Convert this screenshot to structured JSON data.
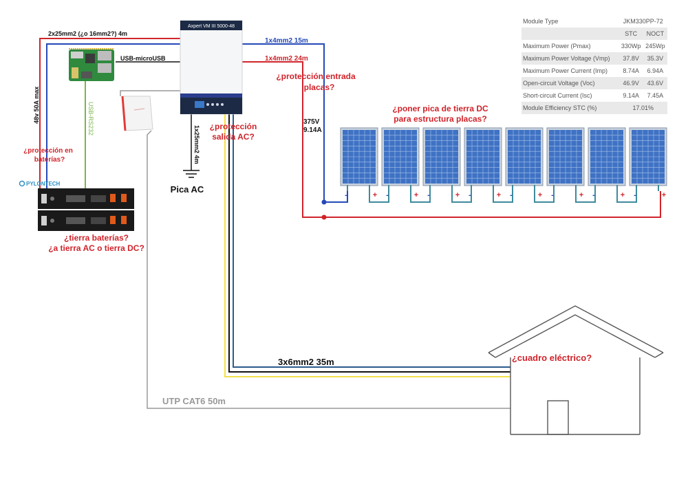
{
  "labels": {
    "batt_cable": "2x25mm2 (¿o 16mm2?) 4m",
    "usb_micro": "USB-microUSB",
    "usb_rs232": "USB-RS232",
    "batt_spec": "48v 50A max",
    "prot_batt_1": "¿protección en",
    "prot_batt_2": "baterías?",
    "pylontech": "PYLONTECH",
    "tierra_batt_1": "¿tierra baterías?",
    "tierra_batt_2": "¿a tierra AC o tierra DC?",
    "inverter_name": "Axpert VM III 5000-48",
    "ground_cable": "1x25mm2 4m",
    "pica_ac": "Pica AC",
    "prot_ac_1": "¿protección",
    "prot_ac_2": "salida AC?",
    "pv_neg_cable": "1x4mm2 15m",
    "pv_pos_cable": "1x4mm2 24m",
    "prot_pv_1": "¿protección entrada",
    "prot_pv_2": "placas?",
    "pv_voltage": "375V",
    "pv_current": "9.14A",
    "pica_dc_1": "¿poner pica de tierra DC",
    "pica_dc_2": "para estructura placas?",
    "ac_cable": "3x6mm2 35m",
    "utp": "UTP CAT6 50m",
    "cuadro": "¿cuadro eléctrico?",
    "minus": "-",
    "plus": "+"
  },
  "colors": {
    "red": "#d0232a",
    "blue": "#2448b8",
    "dark_blue": "#2a5b8c",
    "teal": "#3d8a9c",
    "green": "#7ab648",
    "yellow": "#f2e14a",
    "gray": "#999999",
    "black": "#111111"
  },
  "spec_table": {
    "title_label": "Module Type",
    "title_value": "JKM330PP-72",
    "col_stc": "STC",
    "col_noct": "NOCT",
    "rows": [
      {
        "label": "Maximum Power (Pmax)",
        "stc": "330Wp",
        "noct": "245Wp"
      },
      {
        "label": "Maximum Power Voltage (Vmp)",
        "stc": "37.8V",
        "noct": "35.3V"
      },
      {
        "label": "Maximum Power Current (Imp)",
        "stc": "8.74A",
        "noct": "6.94A"
      },
      {
        "label": "Open-circuit Voltage (Voc)",
        "stc": "46.9V",
        "noct": "43.6V"
      },
      {
        "label": "Short-circuit Current (Isc)",
        "stc": "9.14A",
        "noct": "7.45A"
      }
    ],
    "efficiency_label": "Module Efficiency STC (%)",
    "efficiency_value": "17.01%"
  },
  "panels": {
    "count": 8
  },
  "icons": [
    "raspberry-pi-icon",
    "router-icon",
    "inverter-icon",
    "battery-icon",
    "solar-panel-icon",
    "ground-icon",
    "house-icon"
  ]
}
